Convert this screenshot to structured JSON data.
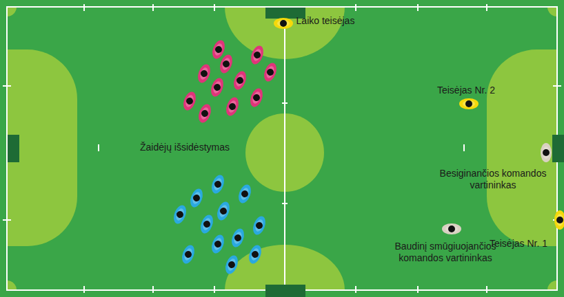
{
  "diagram": {
    "labels": [
      "Laiko teisėjas",
      "Teisėjas Nr. 2",
      "Žaidėjų išsidėstymas",
      "Besiginančios komandos vartininkas",
      "Baudinį smūgiuojančios komandos vartininkas",
      "Teisėjas Nr. 1"
    ]
  }
}
